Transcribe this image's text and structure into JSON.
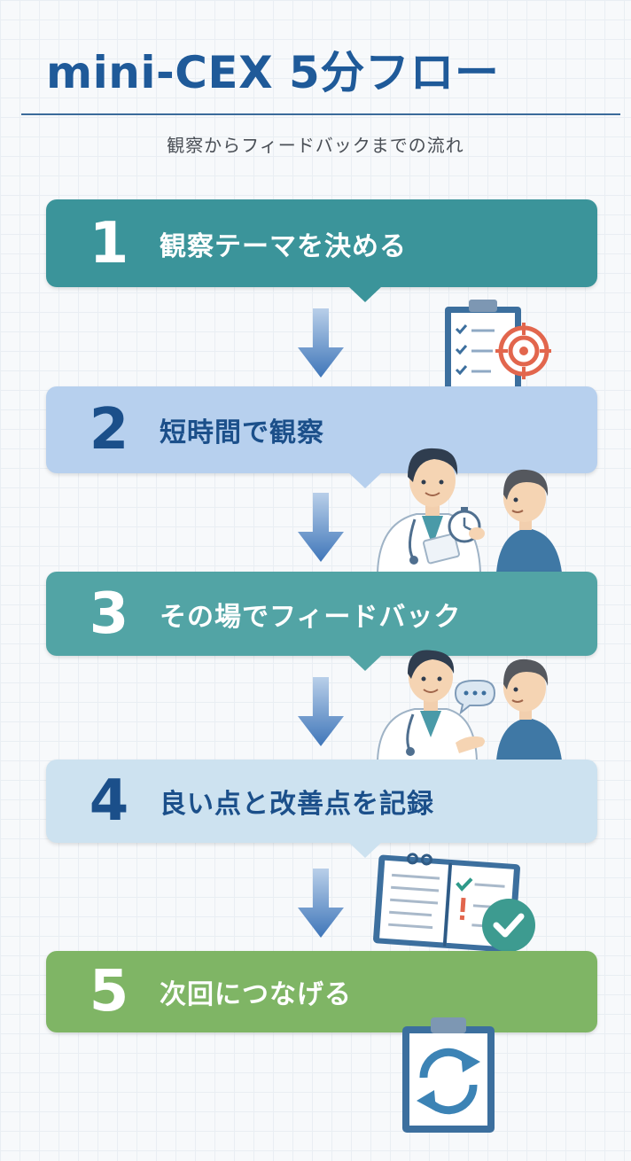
{
  "header": {
    "title": "mini-CEX 5分フロー",
    "subtitle": "観察からフィードバックまでの流れ"
  },
  "steps": [
    {
      "number": "1",
      "label": "観察テーマを決める",
      "color": "#3b949a"
    },
    {
      "number": "2",
      "label": "短時間で観察",
      "color": "#b7d0ee"
    },
    {
      "number": "3",
      "label": "その場でフィードバック",
      "color": "#52a4a5"
    },
    {
      "number": "4",
      "label": "良い点と改善点を記録",
      "color": "#cde2f0"
    },
    {
      "number": "5",
      "label": "次回につなげる",
      "color": "#7fb565"
    }
  ],
  "illustrations": [
    "clipboard-target-icon",
    "doctor-with-stopwatch-illustration",
    "doctor-talking-illustration",
    "notebook-check-icon",
    "clipboard-refresh-icon"
  ],
  "colors": {
    "title": "#1f5a99",
    "arrow": "#3f76b9"
  }
}
